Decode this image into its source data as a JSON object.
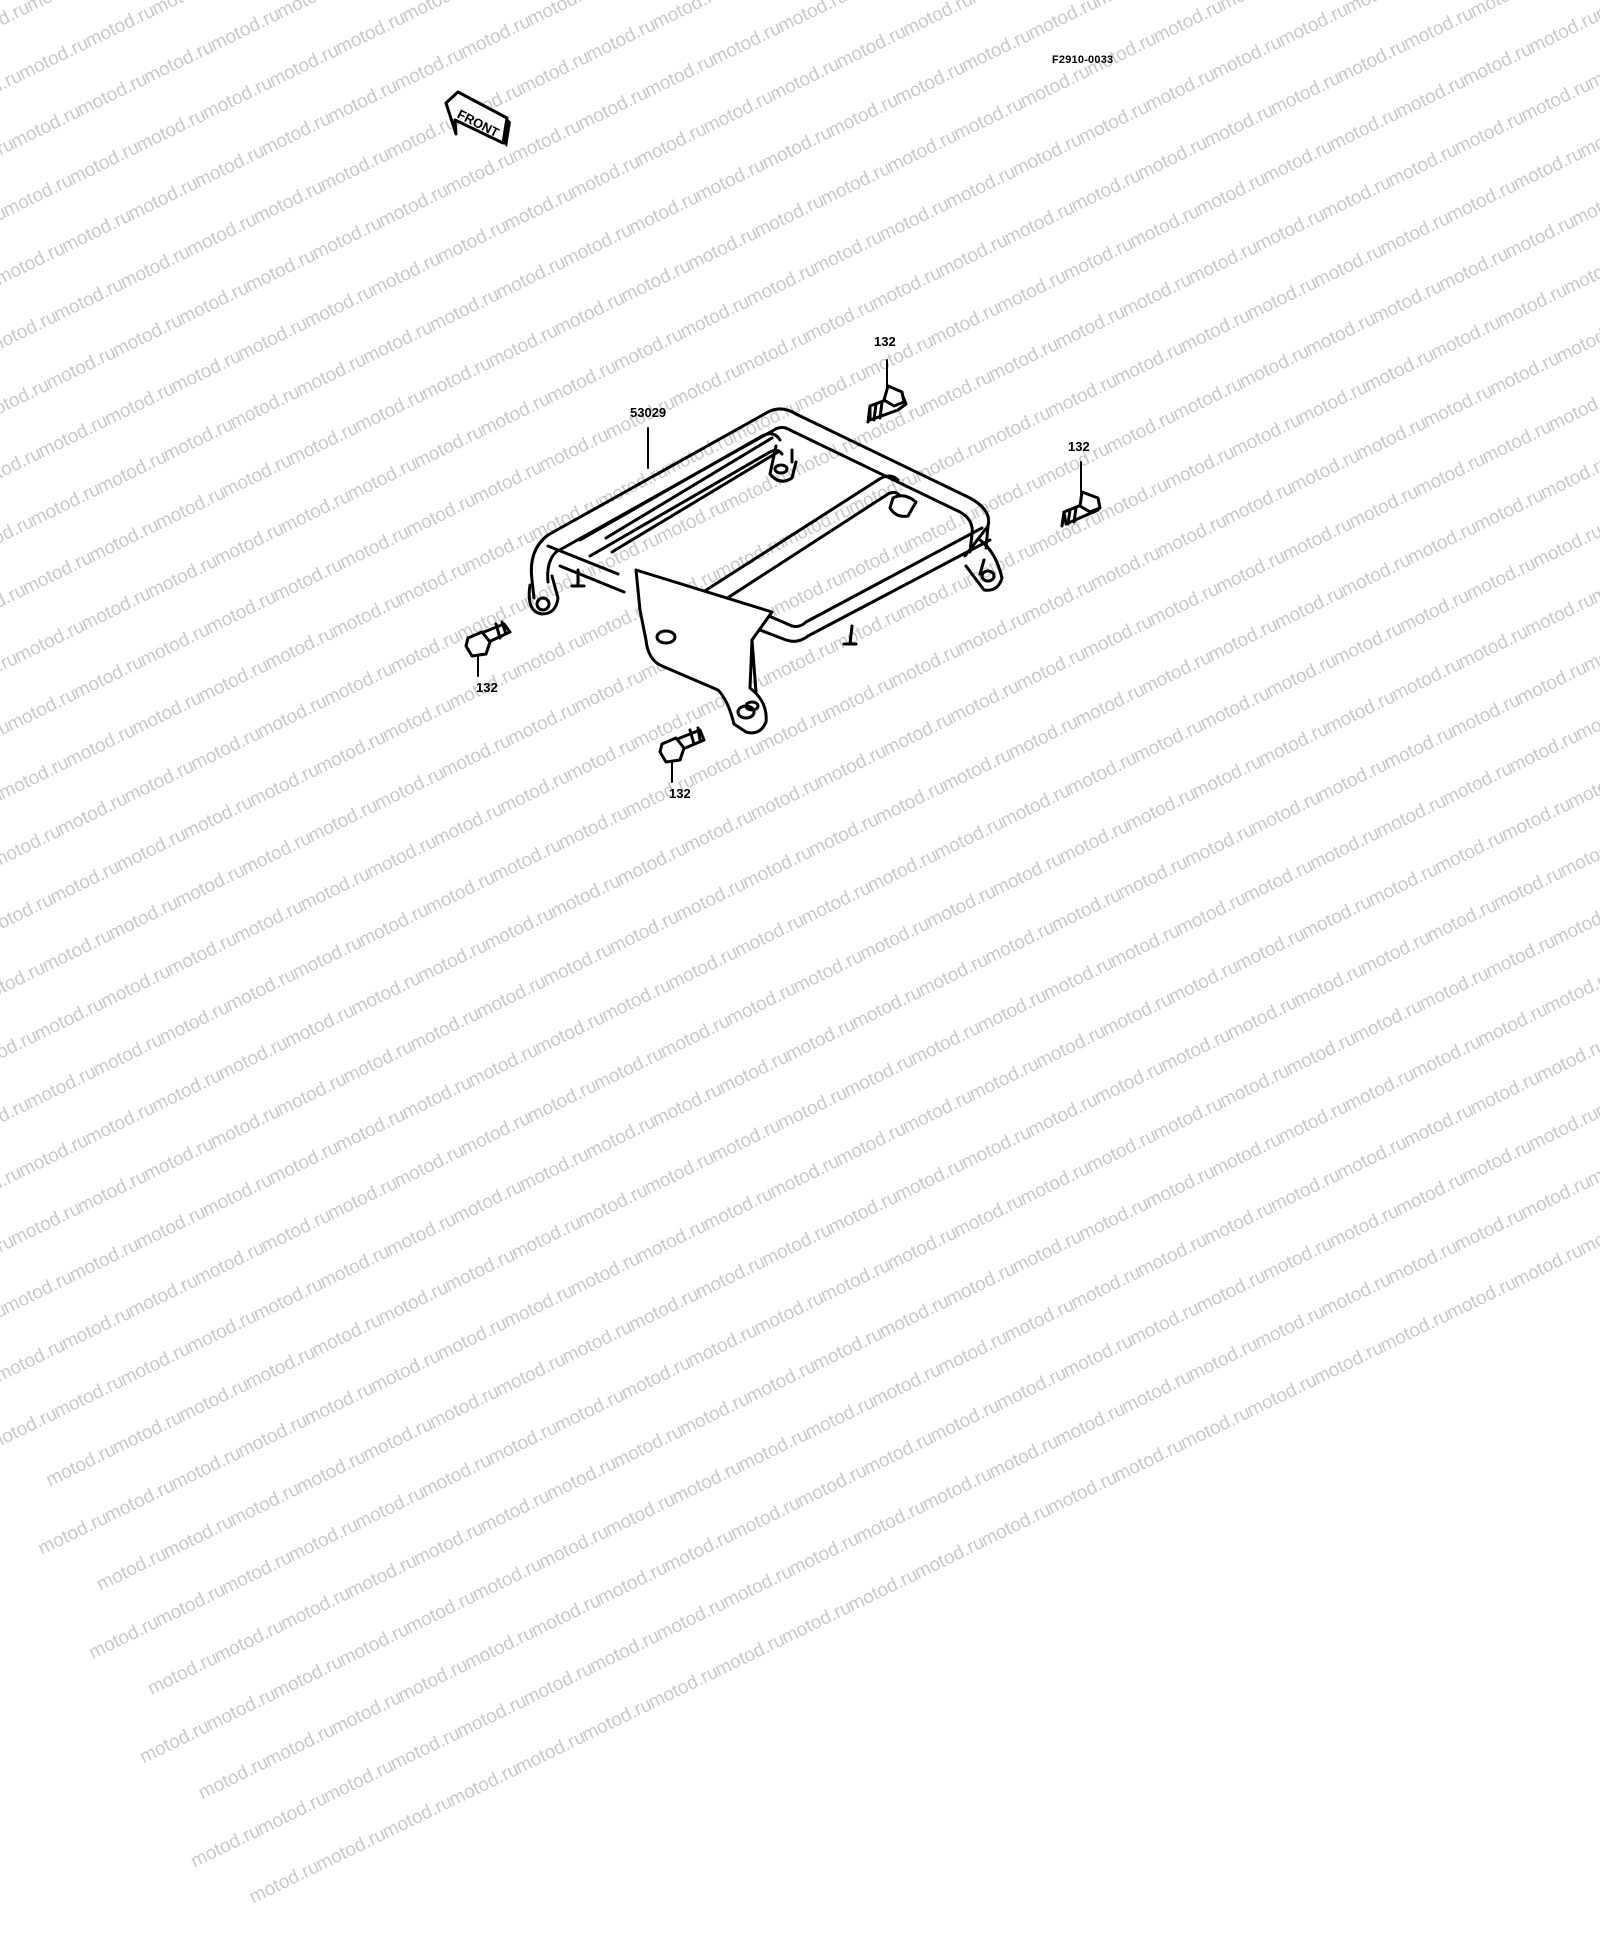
{
  "figure_code": "F2910-0033",
  "watermark_text": "motod.ru",
  "front_arrow": {
    "label": "FRONT",
    "icon": "front-arrow-icon"
  },
  "parts": [
    {
      "ref": "53029",
      "icon": "rear-carrier-frame-icon"
    },
    {
      "ref": "132",
      "icon": "bolt-icon"
    },
    {
      "ref": "132",
      "icon": "bolt-icon"
    },
    {
      "ref": "132",
      "icon": "bolt-icon"
    },
    {
      "ref": "132",
      "icon": "bolt-icon"
    }
  ],
  "colors": {
    "line": "#000000",
    "background": "#ffffff",
    "watermark": "#c9c9c9"
  }
}
